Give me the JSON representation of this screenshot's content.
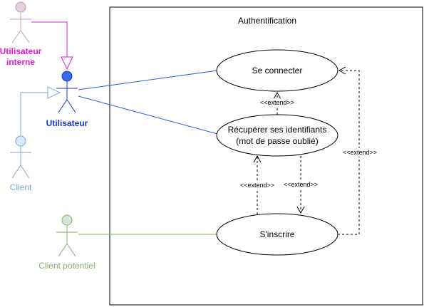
{
  "system": {
    "title": "Authentification"
  },
  "actors": {
    "internal_user": {
      "line1": "Utilisateur",
      "line2": "interne",
      "color": "#e619d4",
      "fill": "#e6d0de"
    },
    "user": {
      "label": "Utilisateur",
      "color": "#1538d6",
      "fill": "#3b6be6"
    },
    "client": {
      "label": "Client",
      "color": "#7fa6d6",
      "fill": "#dae8fc"
    },
    "prospect": {
      "label": "Client potentiel",
      "color": "#82b366",
      "fill": "#d5e8d4"
    }
  },
  "use_cases": {
    "login": {
      "label": "Se connecter"
    },
    "recover": {
      "line1": "Récupérer ses identifiants",
      "line2": "(mot de passe oublié)"
    },
    "signup": {
      "label": "S'inscrire"
    }
  },
  "relations": {
    "extend_recover_login": "<<extend>>",
    "extend_signup_recover": "<<extend>>",
    "extend_recover_signup": "<<extend>>",
    "extend_signup_login": "<<extend>>"
  }
}
